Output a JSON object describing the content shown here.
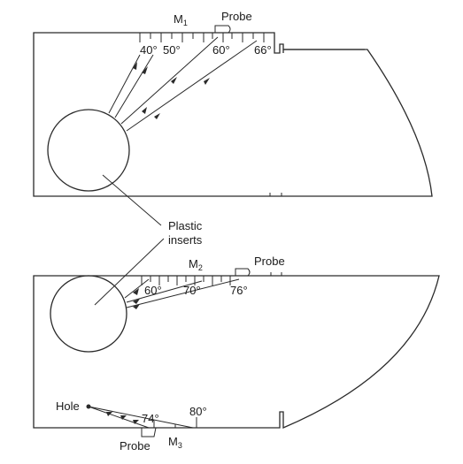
{
  "colors": {
    "ink": "#2a2a2a",
    "background": "#ffffff"
  },
  "top": {
    "marker_main": "M",
    "marker_sub": "1",
    "probe": "Probe",
    "angles": [
      "40°",
      "50°",
      "60°",
      "66°"
    ]
  },
  "bottom": {
    "marker_main": "M",
    "marker_sub": "2",
    "probe": "Probe",
    "angles": [
      "60°",
      "70°",
      "76°"
    ],
    "hole": "Hole",
    "lower_angles": [
      "74°",
      "80°"
    ],
    "probe_lower": "Probe",
    "marker3_main": "M",
    "marker3_sub": "3"
  },
  "center": {
    "plastic_line1": "Plastic",
    "plastic_line2": "inserts"
  }
}
